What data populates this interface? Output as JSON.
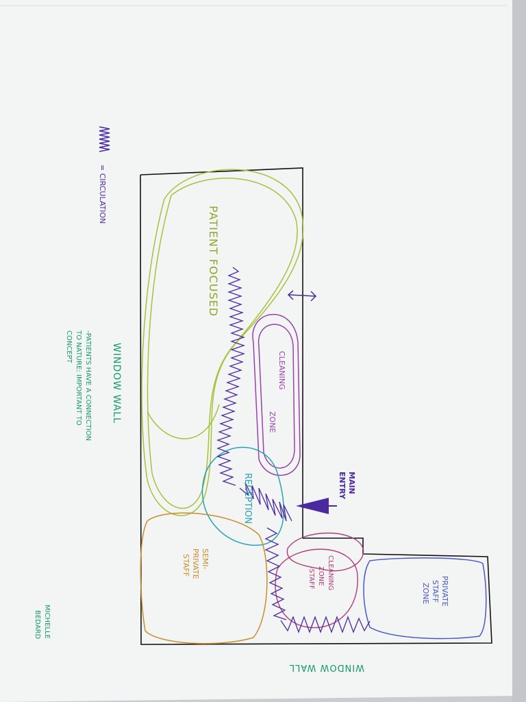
{
  "legend": {
    "symbol": "WWW",
    "text": "= CIRCULATION"
  },
  "zones": {
    "patient_focused": "PATIENT FOCUSED",
    "cleaning_zone": [
      "CLEANING",
      "ZONE"
    ],
    "reception": "RECEPTION",
    "semi_private_staff": [
      "SEMI-",
      "PRIVATE",
      "STAFF"
    ],
    "cleaning_zone_staff": [
      "CLEANING",
      "ZONE",
      "-STAFF"
    ],
    "private_staff_zone": [
      "PRIVATE",
      "STAFF",
      "ZONE"
    ]
  },
  "main_entry": [
    "MAIN",
    "ENTRY"
  ],
  "window_wall_left": {
    "title": "WINDOW WALL",
    "note": [
      "-PATIENTS HAVE A CONNECTION",
      "TO NATURE: IMPORTANT TO",
      "CONCEPT"
    ]
  },
  "window_wall_bottom": "WINDOW  WALL",
  "author": [
    "MICHELLE",
    "BEDARD"
  ],
  "colors": {
    "paper": "#f3f4f4",
    "background": "#c9cdd2",
    "outline": "#111111",
    "patient": "#a6c23a",
    "patient_text": "#8aa82a",
    "cleaning": "#9a3fae",
    "reception": "#27a3b3",
    "semi_private": "#c98d2a",
    "cleaning_staff": "#b43b7a",
    "private_staff": "#4a56c8",
    "circulation": "#4b2aa0",
    "window_wall": "#159a6c"
  }
}
